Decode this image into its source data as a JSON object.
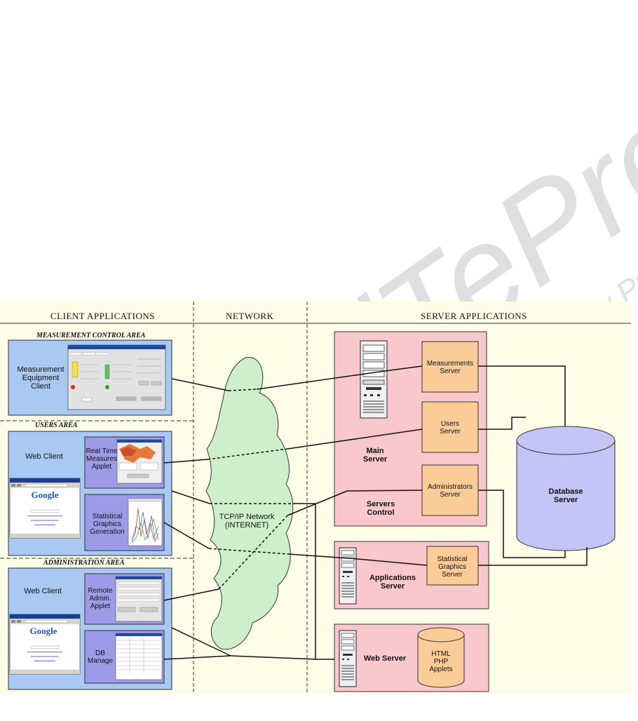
{
  "watermark": {
    "main": "SciTePress",
    "sub": "Science and Technology Publications"
  },
  "headers": {
    "client": "CLIENT APPLICATIONS",
    "network": "NETWORK",
    "server": "SERVER APPLICATIONS"
  },
  "areas": {
    "measurement": "MEASUREMENT CONTROL AREA",
    "users": "USERS AREA",
    "administration": "ADMINISTRATION AREA"
  },
  "clients": {
    "measurement_equipment": [
      "Measurement",
      "Equipment",
      "Client"
    ],
    "web_client_users": "Web Client",
    "real_time_applet": [
      "Real Time",
      "Measures",
      "Applet"
    ],
    "statistical_generation": [
      "Statistical",
      "Graphics",
      "Generation"
    ],
    "web_client_admin": "Web Client",
    "remote_admin_applet": [
      "Remote",
      "Admin.",
      "Applet"
    ],
    "db_manage": [
      "DB",
      "Manage"
    ],
    "google_logo": "Google"
  },
  "network": {
    "label": [
      "TCP/IP Network",
      "(INTERNET)"
    ]
  },
  "servers": {
    "measurements_server": [
      "Measurements",
      "Server"
    ],
    "users_server": [
      "Users",
      "Server"
    ],
    "administrators_server": [
      "Administrators",
      "Server"
    ],
    "main_server": [
      "Main",
      "Server"
    ],
    "servers_control": [
      "Servers",
      "Control"
    ],
    "database_server": [
      "Database",
      "Server"
    ],
    "applications_server": [
      "Applications",
      "Server"
    ],
    "statistical_graphics_server": [
      "Statistical",
      "Graphics",
      "Server"
    ],
    "web_server": "Web Server",
    "web_content": [
      "HTML",
      "PHP",
      "Applets"
    ]
  },
  "colors": {
    "background_panel": "#fefee8",
    "client_box": "#a9c9f2",
    "applet_box": "#9d9be8",
    "server_area": "#f9c8cd",
    "server_box": "#fbcc98",
    "cloud": "#cdf0cb",
    "database": "#c4c4f6"
  }
}
